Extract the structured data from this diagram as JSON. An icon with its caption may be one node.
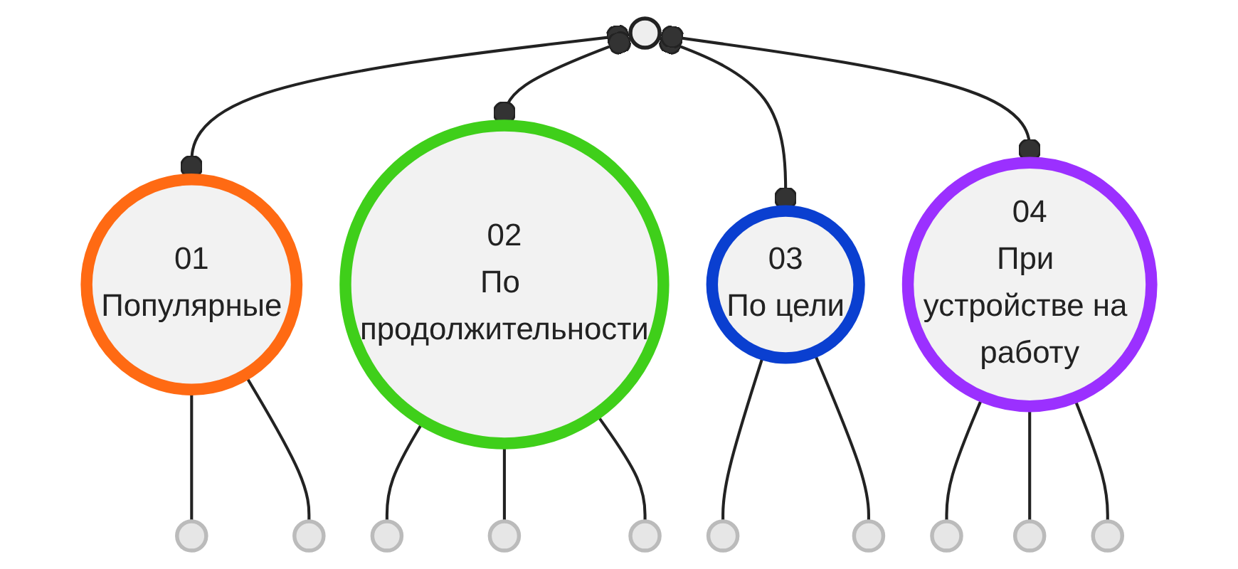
{
  "diagram": {
    "nodes": [
      {
        "text": [],
        "shape": "circle"
      },
      {
        "text": [
          "01",
          "Популярные"
        ]
      },
      {
        "text": [
          "02",
          "По продолжительности"
        ]
      },
      {
        "text": [
          "03",
          "По цели"
        ]
      },
      {
        "text": [
          "04",
          "При устройстве на работу"
        ]
      },
      {
        "text": [],
        "shape": "circle"
      },
      {
        "text": [],
        "shape": "circle"
      },
      {
        "text": [],
        "shape": "circle"
      },
      {
        "text": [],
        "shape": "circle"
      },
      {
        "text": [],
        "shape": "circle"
      },
      {
        "text": [],
        "shape": "circle"
      },
      {
        "text": [],
        "shape": "circle"
      },
      {
        "text": [],
        "shape": "circle"
      },
      {
        "text": [],
        "shape": "circle"
      },
      {
        "text": [],
        "shape": "circle"
      }
    ],
    "edges": [
      {
        "from": 0,
        "to": 1,
        "arrow": "other"
      },
      {
        "from": 0,
        "to": 2,
        "arrow": "other"
      },
      {
        "from": 0,
        "to": 3,
        "arrow": "other"
      },
      {
        "from": 0,
        "to": 4,
        "arrow": "other"
      },
      {
        "from": 1,
        "to": 5,
        "arrow": "none"
      },
      {
        "from": 1,
        "to": 6,
        "arrow": "none"
      },
      {
        "from": 2,
        "to": 7,
        "arrow": "none"
      },
      {
        "from": 2,
        "to": 8,
        "arrow": "none"
      },
      {
        "from": 2,
        "to": 9,
        "arrow": "none"
      },
      {
        "from": 3,
        "to": 10,
        "arrow": "none"
      },
      {
        "from": 3,
        "to": 11,
        "arrow": "none"
      },
      {
        "from": 4,
        "to": 12,
        "arrow": "none"
      },
      {
        "from": 4,
        "to": 13,
        "arrow": "none"
      },
      {
        "from": 4,
        "to": 14,
        "arrow": "none"
      }
    ]
  }
}
